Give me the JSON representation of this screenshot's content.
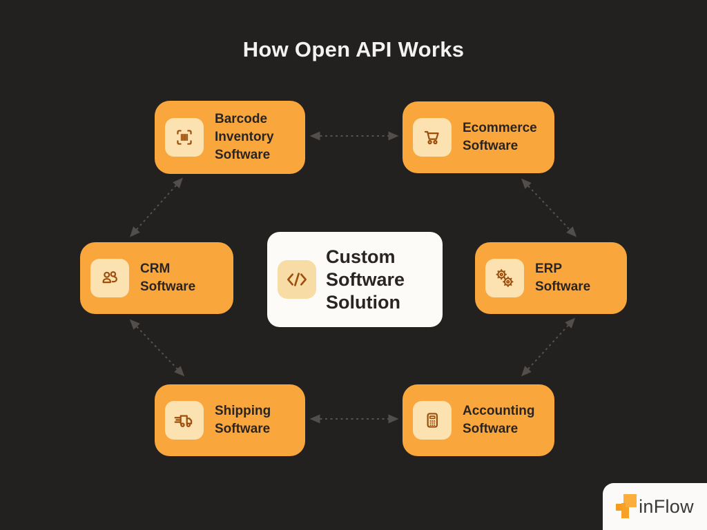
{
  "title": "How Open API Works",
  "colors": {
    "background": "#232120",
    "box_orange": "#F9A63D",
    "tile_cream": "#FBE2B0",
    "tile_cream_center": "#F8DCA6",
    "icon_stroke": "#9D4E0D",
    "center_bg": "#FCFBF7",
    "text_dark": "#2A2522",
    "title_color": "#F3F2F1",
    "arrow_color": "#56524F",
    "logo_card_bg": "#FBFAF9",
    "logo_text": "#3A3734",
    "logo_orange_light": "#FBAE3C",
    "logo_orange_mid": "#F7A227",
    "logo_orange_dark": "#F59B1F"
  },
  "nodes": [
    {
      "id": "barcode-inventory",
      "label": "Barcode\nInventory\nSoftware",
      "icon": "barcode-icon"
    },
    {
      "id": "ecommerce",
      "label": "Ecommerce\nSoftware",
      "icon": "cart-icon"
    },
    {
      "id": "crm",
      "label": "CRM\nSoftware",
      "icon": "users-icon"
    },
    {
      "id": "erp",
      "label": "ERP\nSoftware",
      "icon": "gears-icon"
    },
    {
      "id": "shipping",
      "label": "Shipping\nSoftware",
      "icon": "truck-icon"
    },
    {
      "id": "accounting",
      "label": "Accounting\nSoftware",
      "icon": "calculator-icon"
    }
  ],
  "center": {
    "id": "custom-software-solution",
    "label": "Custom\nSoftware\nSolution",
    "icon": "code-icon"
  },
  "edges": [
    {
      "from": "barcode-inventory",
      "to": "ecommerce",
      "style": "dashed",
      "bidirectional": true
    },
    {
      "from": "ecommerce",
      "to": "erp",
      "style": "dashed",
      "bidirectional": true
    },
    {
      "from": "erp",
      "to": "accounting",
      "style": "dashed",
      "bidirectional": true
    },
    {
      "from": "accounting",
      "to": "shipping",
      "style": "dashed",
      "bidirectional": true
    },
    {
      "from": "shipping",
      "to": "crm",
      "style": "dashed",
      "bidirectional": true
    },
    {
      "from": "crm",
      "to": "barcode-inventory",
      "style": "dashed",
      "bidirectional": true
    }
  ],
  "logo": {
    "text": "inFlow"
  }
}
